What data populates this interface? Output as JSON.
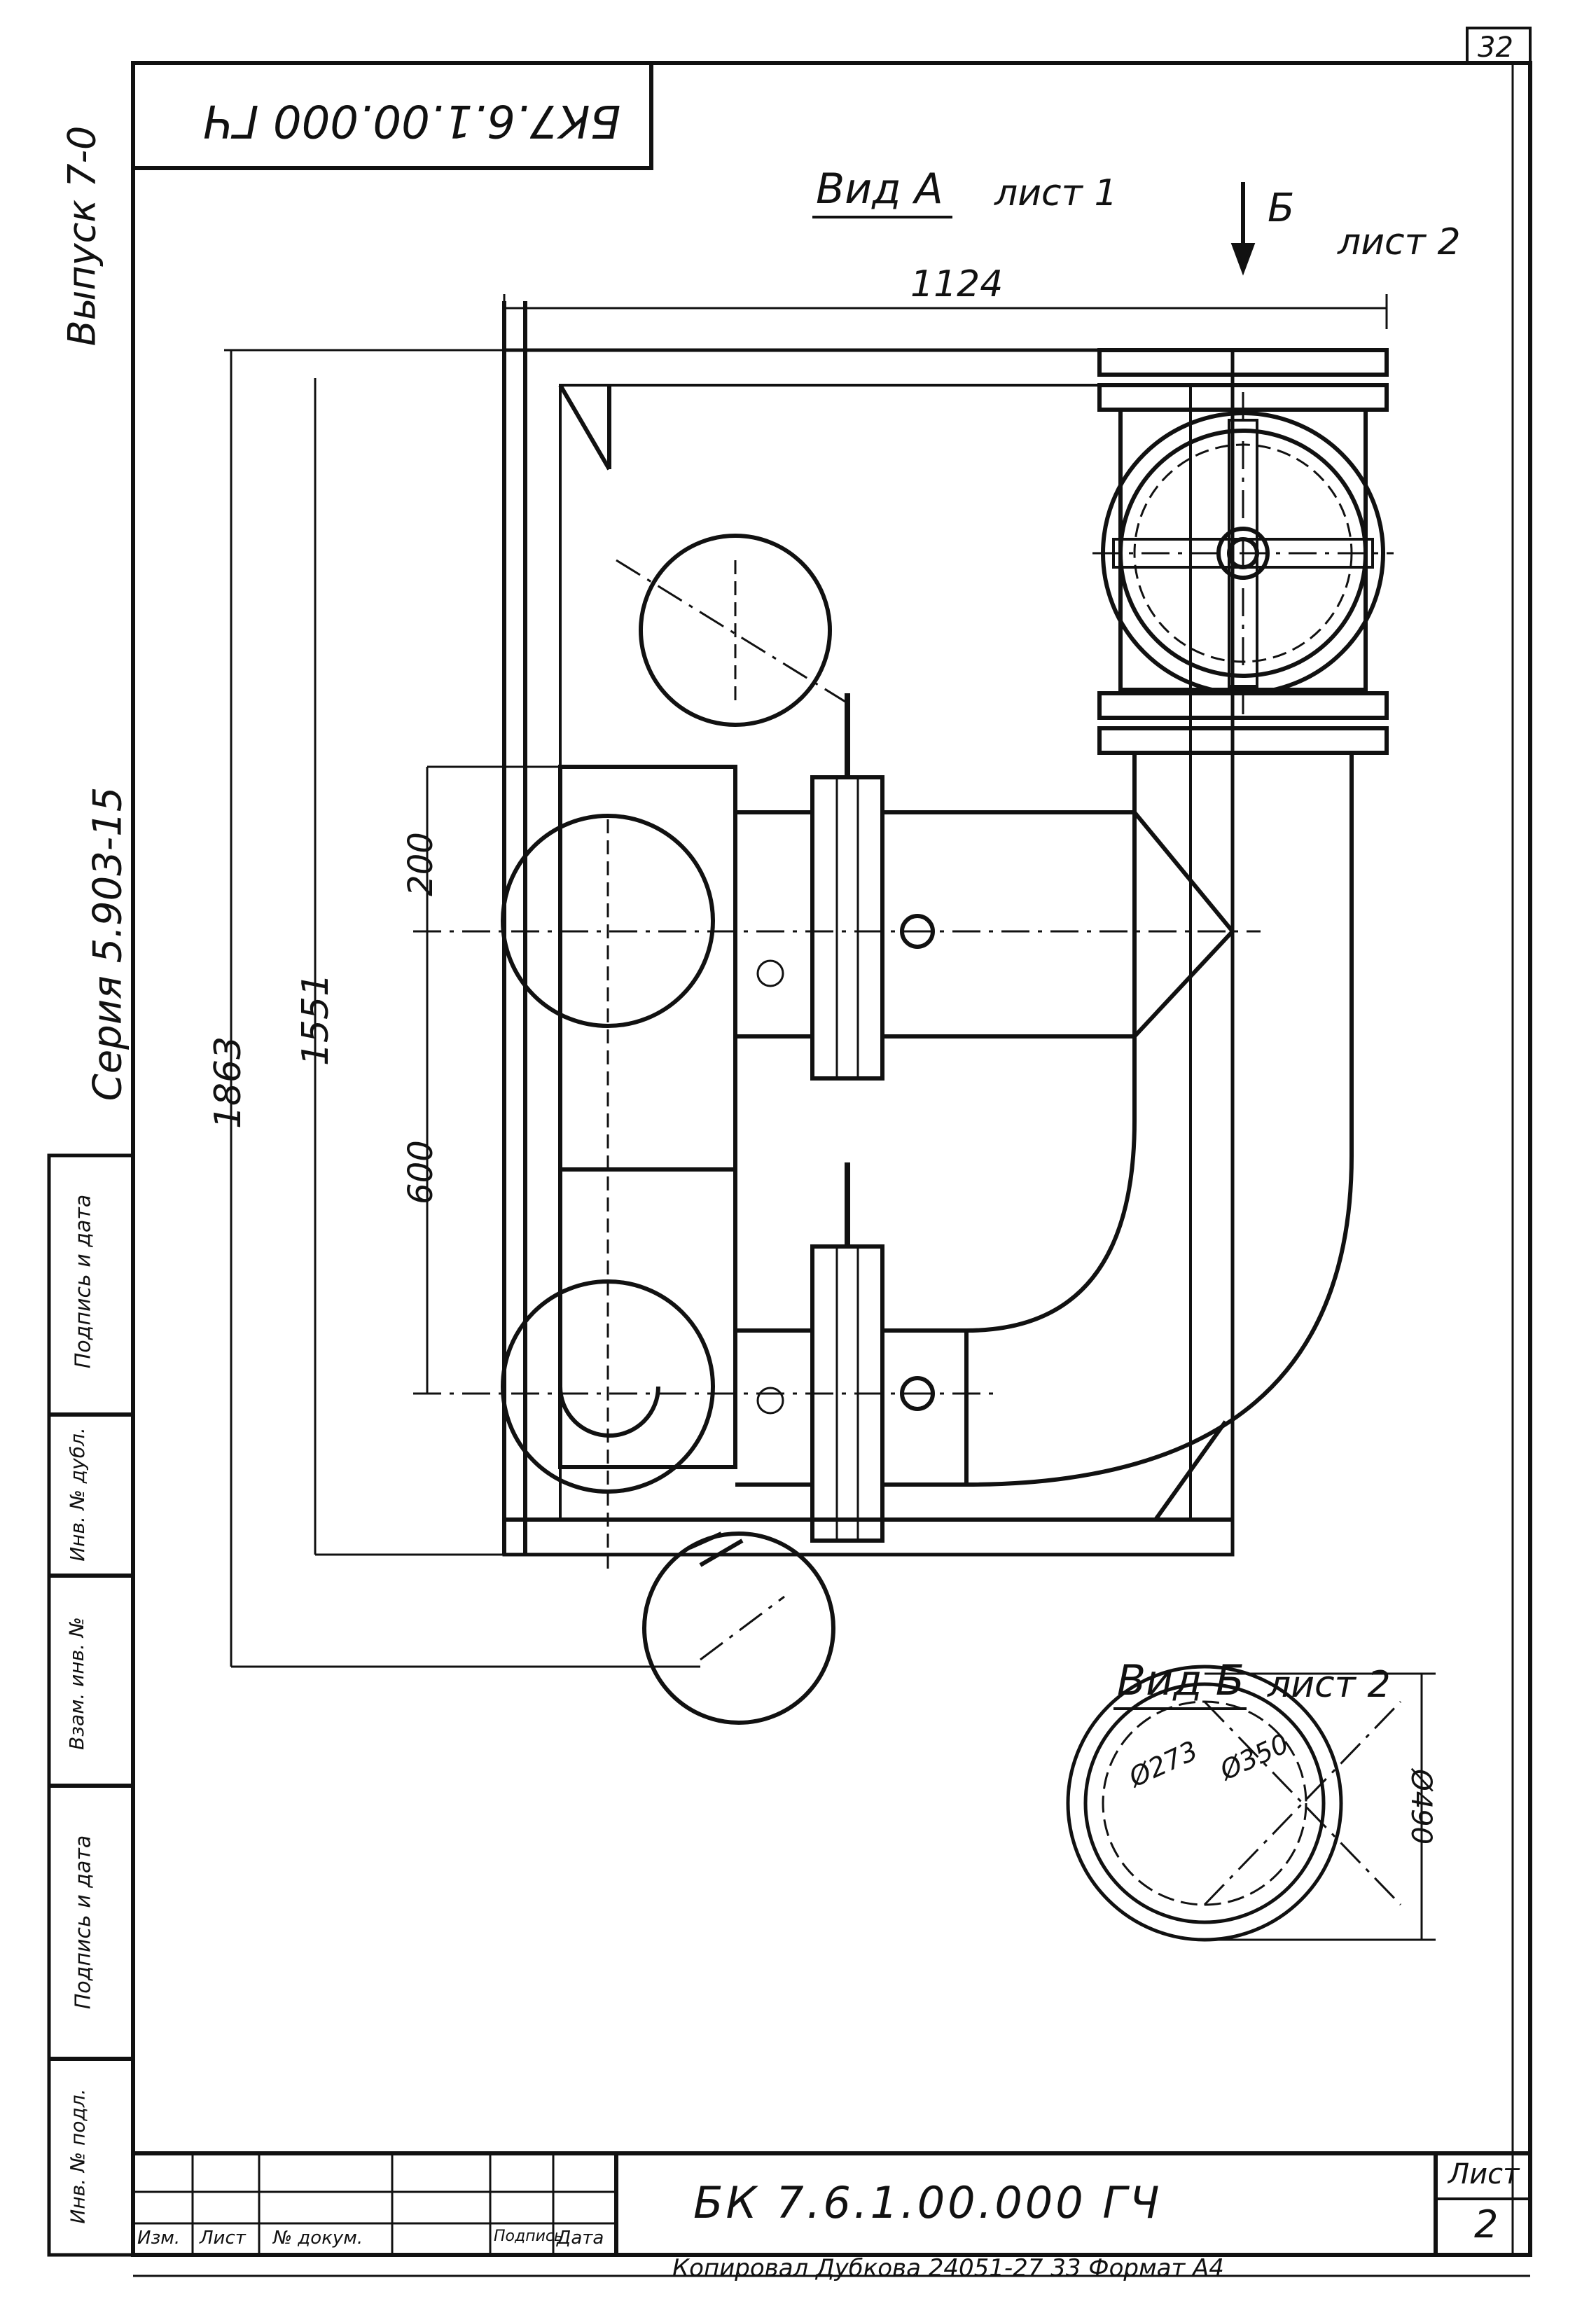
{
  "sheet_number": "32",
  "stamp_code": "БК7.6.1.00.000 ГЧ",
  "side": {
    "vypusk": "Выпуск 7-0",
    "seriya": "Серия 5.903-15"
  },
  "views": {
    "view_a": "Вид А",
    "view_a_sheet": "лист 1",
    "b_marker": "Б",
    "b_sheet": "лист 2",
    "view_b": "Вид Б",
    "view_b_sheet": "лист 2"
  },
  "dimensions": {
    "width_1124": "1124",
    "height_1863": "1863",
    "height_1551": "1551",
    "dim_200": "200",
    "dim_600": "600",
    "dia_273": "Ø273",
    "dia_350": "Ø350",
    "dia_490": "Ø490"
  },
  "title_block": {
    "code": "БК 7.6.1.00.000 ГЧ",
    "sheet_label": "Лист",
    "sheet_value": "2",
    "col_izm": "Изм.",
    "col_list": "Лист",
    "col_doc": "№ докум.",
    "col_sign": "Подпись",
    "col_date": "Дата",
    "copy_line": "Копировал  Дубкова  24051-27  33  Формат А4"
  },
  "left_stamp": {
    "inv_podl": "Инв. № подл.",
    "sign_date_1": "Подпись и дата",
    "vzam_inv": "Взам. инв. №",
    "inv_dubl": "Инв. № дубл.",
    "sign_date_2": "Подпись и дата"
  }
}
